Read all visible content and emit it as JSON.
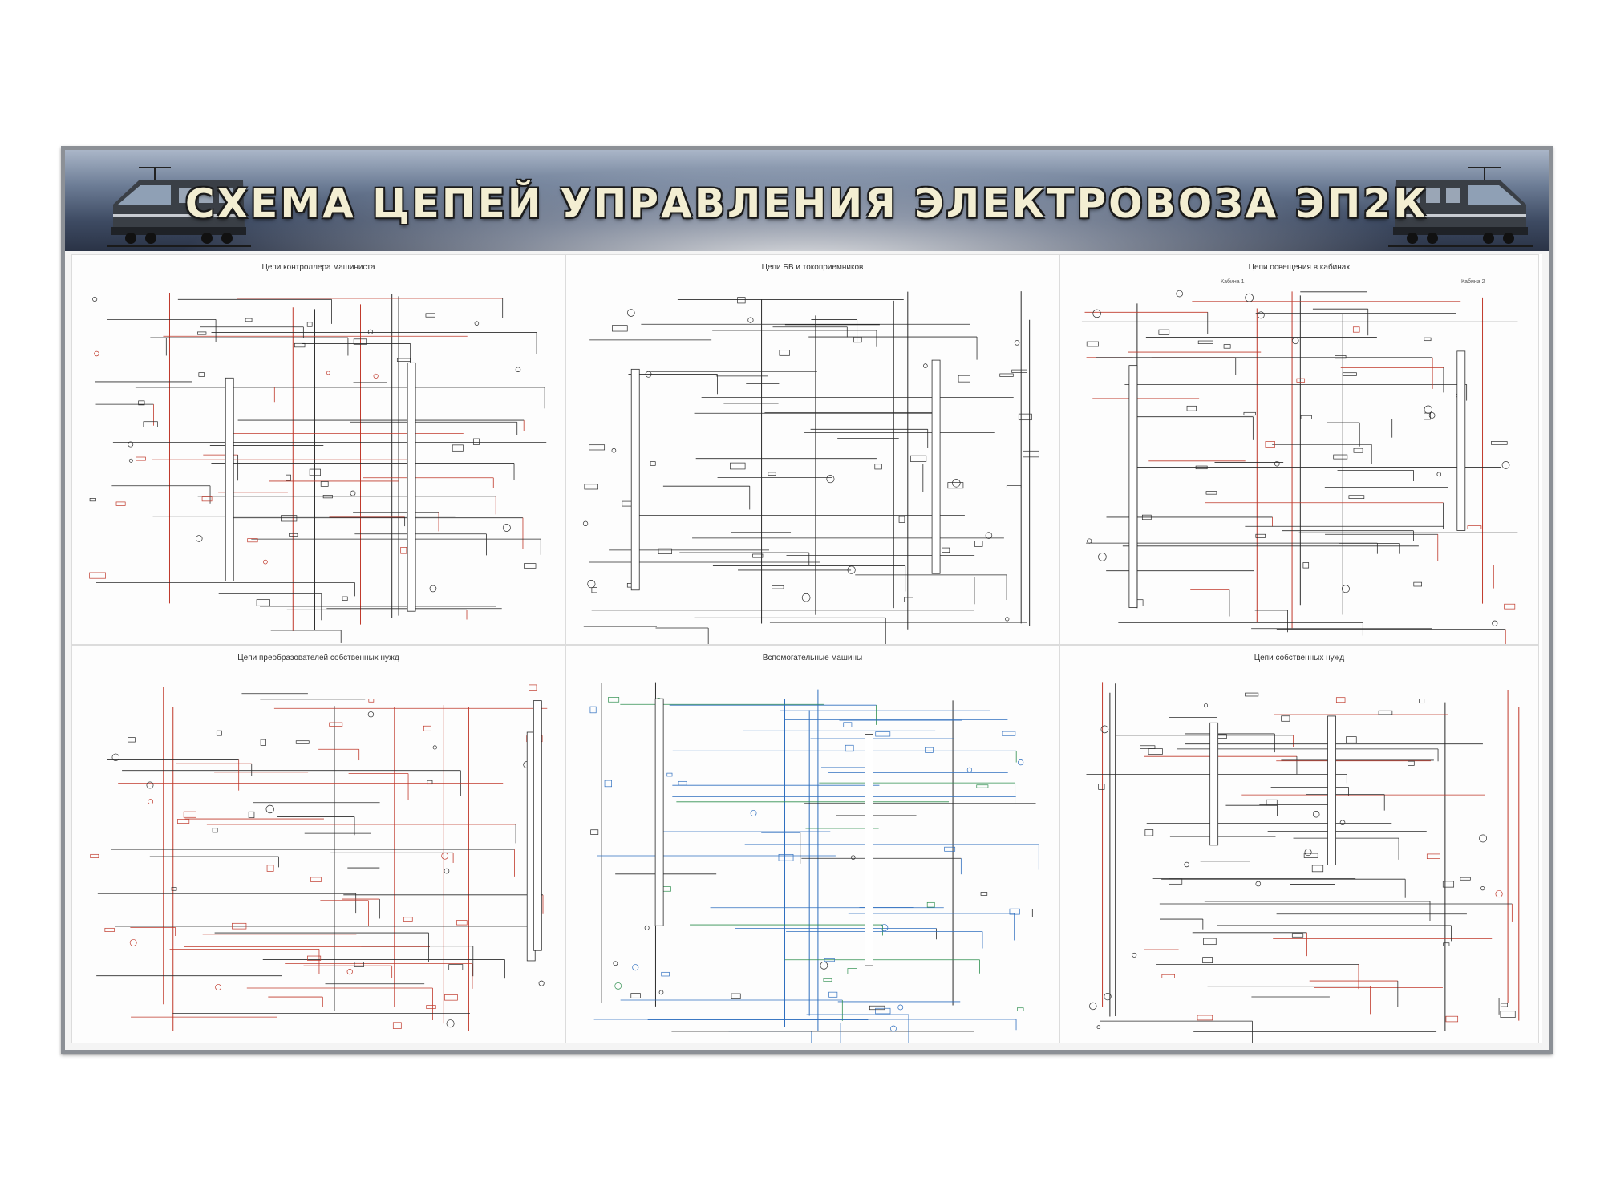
{
  "banner": {
    "title": "СХЕМА ЦЕПЕЙ УПРАВЛЕНИЯ ЭЛЕКТРОВОЗА ЭП2К"
  },
  "panels": [
    {
      "title": "Цепи контроллера машиниста",
      "palette": "mixed-red"
    },
    {
      "title": "Цепи БВ и токоприемников",
      "palette": "dark"
    },
    {
      "title": "Цепи освещения в кабинах",
      "palette": "dark-red",
      "sub_left": "Кабина 1",
      "sub_right": "Кабина 2"
    },
    {
      "title": "Цепи преобразователей собственных нужд",
      "palette": "red"
    },
    {
      "title": "Вспомогательные машины",
      "palette": "blue"
    },
    {
      "title": "Цепи собственных нужд",
      "palette": "dark-red"
    }
  ],
  "colors": {
    "frame": "#8c9096",
    "banner_dark": "#2a3346",
    "title_text": "#f3eed2",
    "wire_dark": "#2b2b2b",
    "wire_red": "#c0392b",
    "wire_blue": "#2f6fbf",
    "wire_green": "#2f8f4f"
  }
}
